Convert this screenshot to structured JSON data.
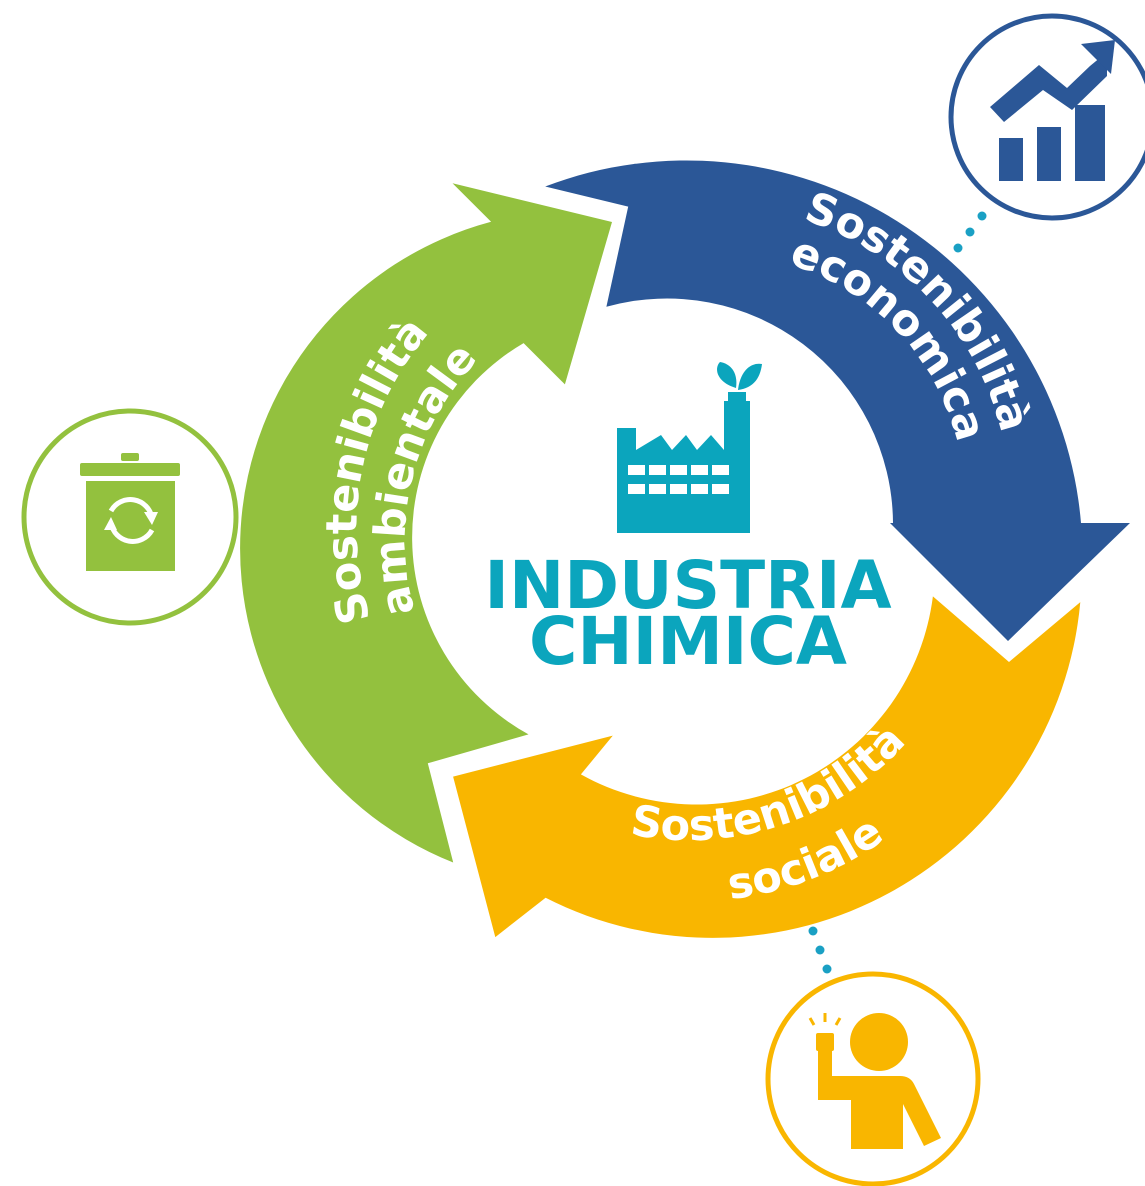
{
  "center": {
    "line1": "INDUSTRIA",
    "line2": "CHIMICA",
    "icon": "factory-with-leaves-icon",
    "color": "#0ba5bd"
  },
  "segments": [
    {
      "key": "economica",
      "line1": "Sostenibilità",
      "line2": "economica",
      "color": "#2b5797",
      "icon": "growth-chart-icon"
    },
    {
      "key": "sociale",
      "line1": "Sostenibilità",
      "line2": "sociale",
      "color": "#f9b600",
      "icon": "person-idea-icon"
    },
    {
      "key": "ambientale",
      "line1": "Sostenibilità",
      "line2": "ambientale",
      "color": "#93c13e",
      "icon": "recycle-bin-icon"
    }
  ],
  "connector_color": "#1aa0c4"
}
